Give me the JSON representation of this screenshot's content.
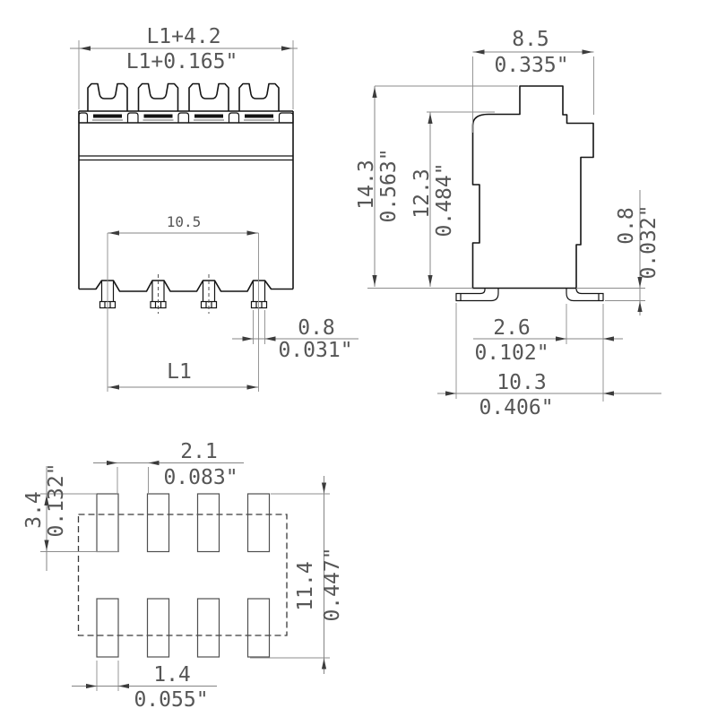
{
  "drawing": {
    "title": "connector-technical-drawing",
    "front": {
      "overall_mm": "L1+4.2",
      "overall_in": "L1+0.165\"",
      "pin_span_mm": "10.5",
      "pin_width_mm": "0.8",
      "pin_width_in": "0.031\"",
      "length_symbol": "L1"
    },
    "side": {
      "width_mm": "8.5",
      "width_in": "0.335\"",
      "total_height_mm": "14.3",
      "total_height_in": "0.563\"",
      "body_height_mm": "12.3",
      "body_height_in": "0.484\"",
      "leg_thickness_mm": "0.8",
      "leg_thickness_in": "0.032\"",
      "foot_length_mm": "2.6",
      "foot_length_in": "0.102\"",
      "footprint_mm": "10.3",
      "footprint_in": "0.406\""
    },
    "footprint": {
      "pad_gap_mm": "2.1",
      "pad_gap_in": "0.083\"",
      "pad_height_mm": "3.4",
      "pad_height_in": "0.132\"",
      "row_span_mm": "11.4",
      "row_span_in": "0.447\"",
      "pad_width_mm": "1.4",
      "pad_width_in": "0.055\""
    }
  }
}
